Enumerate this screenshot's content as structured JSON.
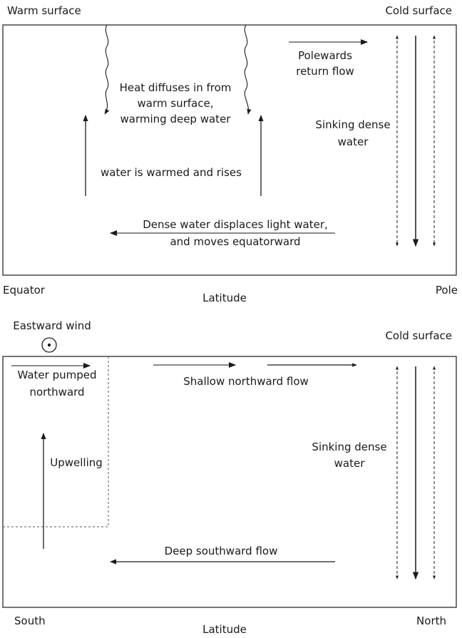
{
  "top_panel": {
    "warm_surface": "Warm surface",
    "cold_surface": "Cold surface",
    "poleward_return_line1": "Polewards",
    "poleward_return_line2": "return flow",
    "heat_diffuses_line1": "Heat diffuses in from",
    "heat_diffuses_line2": "warm surface,",
    "heat_diffuses_line3": "warming deep water",
    "sinking_line1": "Sinking dense",
    "sinking_line2": "water",
    "warmed_rises": "water is warmed and rises",
    "dense_displaces_line1": "Dense water displaces light water,",
    "dense_displaces_line2": "and moves equatorward",
    "left_axis": "Equator",
    "axis_title": "Latitude",
    "right_axis": "Pole"
  },
  "bottom_panel": {
    "eastward_wind": "Eastward wind",
    "cold_surface": "Cold surface",
    "pumped_line1": "Water pumped",
    "pumped_line2": "northward",
    "shallow_flow": "Shallow northward flow",
    "upwelling": "Upwelling",
    "sinking_line1": "Sinking dense",
    "sinking_line2": "water",
    "deep_flow": "Deep southward flow",
    "left_axis": "South",
    "axis_title": "Latitude",
    "right_axis": "North"
  },
  "colors": {
    "ink": "#1a1a1a",
    "gray_arrow": "#8a8a8a",
    "dashed": "#555555"
  }
}
